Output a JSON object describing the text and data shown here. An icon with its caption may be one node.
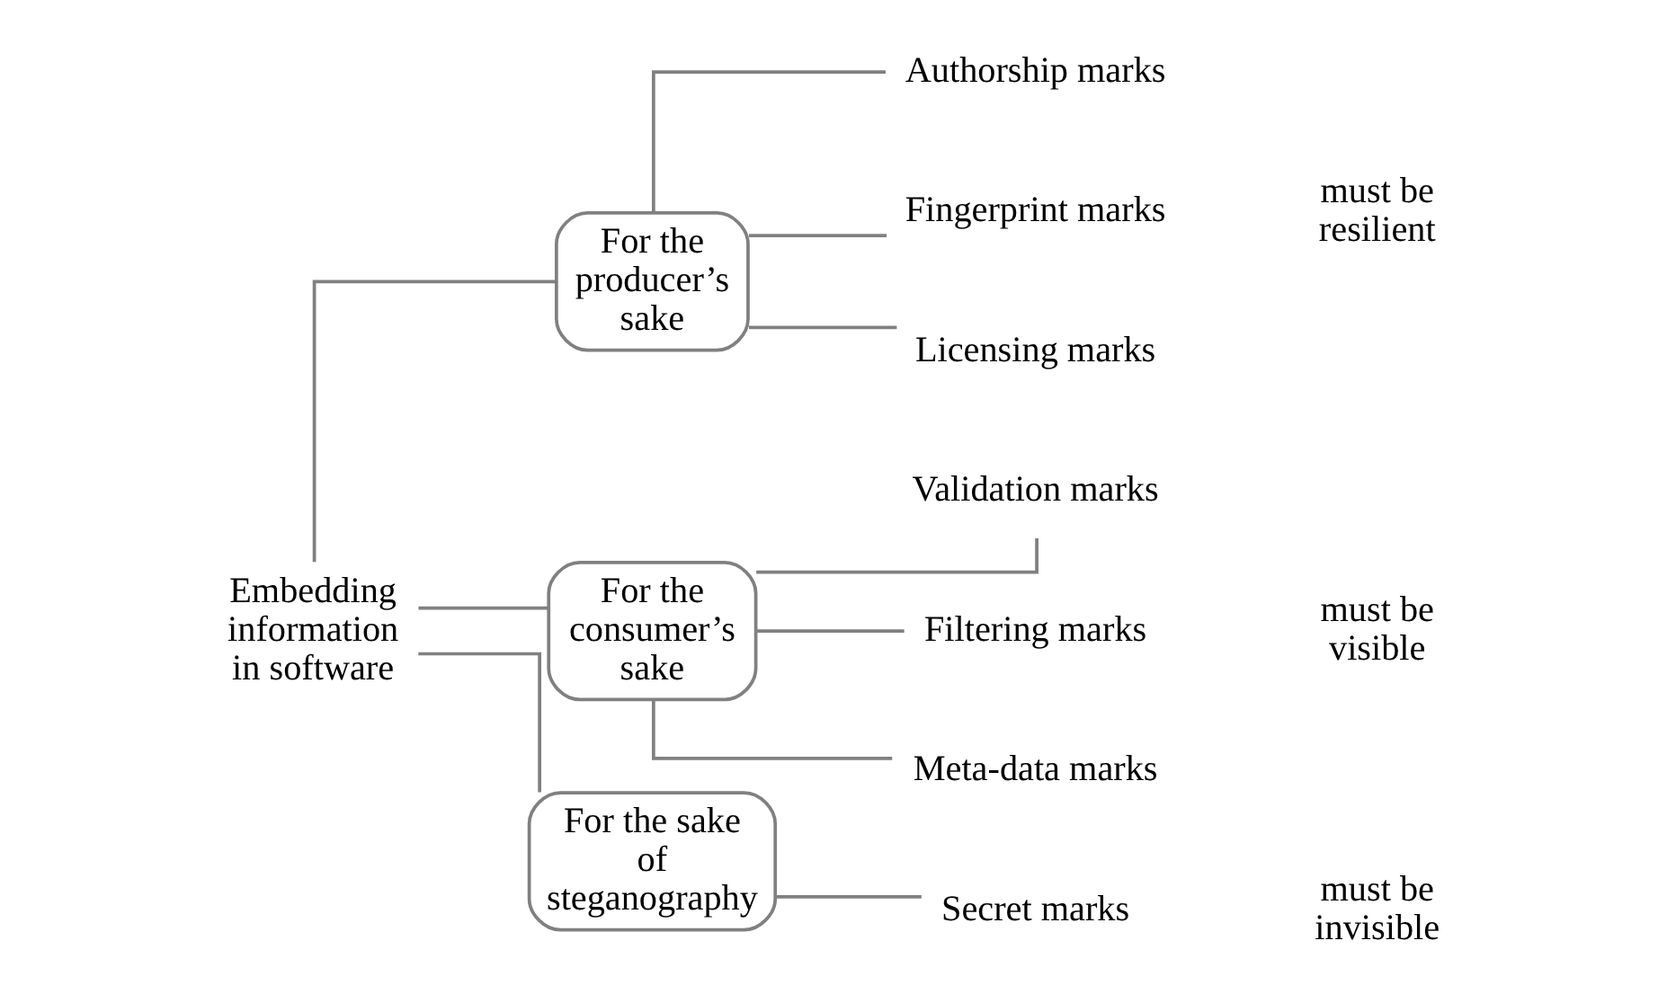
{
  "diagram": {
    "nodes": [
      {
        "text": [
          "Embedding information in software"
        ]
      },
      {
        "text": [
          "For the producer’s sake"
        ]
      },
      {
        "text": [
          "For the consumer’s sake"
        ]
      },
      {
        "text": [
          "For the sake of steganography"
        ]
      },
      {
        "text": [
          "Authorship marks"
        ]
      },
      {
        "text": [
          "Fingerprint marks"
        ]
      },
      {
        "text": [
          "Licensing marks"
        ]
      },
      {
        "text": [
          "Validation marks"
        ]
      },
      {
        "text": [
          "Filtering marks"
        ]
      },
      {
        "text": [
          "Meta-data marks"
        ]
      },
      {
        "text": [
          "Secret marks"
        ]
      }
    ],
    "edges": [
      {
        "from": 0,
        "to": 1,
        "arrow": "none"
      },
      {
        "from": 0,
        "to": 2,
        "arrow": "none"
      },
      {
        "from": 0,
        "to": 3,
        "arrow": "none"
      },
      {
        "from": 1,
        "to": 4,
        "arrow": "none"
      },
      {
        "from": 1,
        "to": 5,
        "arrow": "none"
      },
      {
        "from": 1,
        "to": 6,
        "arrow": "none"
      },
      {
        "from": 2,
        "to": 7,
        "arrow": "none"
      },
      {
        "from": 2,
        "to": 8,
        "arrow": "none"
      },
      {
        "from": 2,
        "to": 9,
        "arrow": "none"
      },
      {
        "from": 3,
        "to": 10,
        "arrow": "none"
      }
    ],
    "labels": [
      "must be resilient",
      "must be visible",
      "must be invisible"
    ]
  }
}
